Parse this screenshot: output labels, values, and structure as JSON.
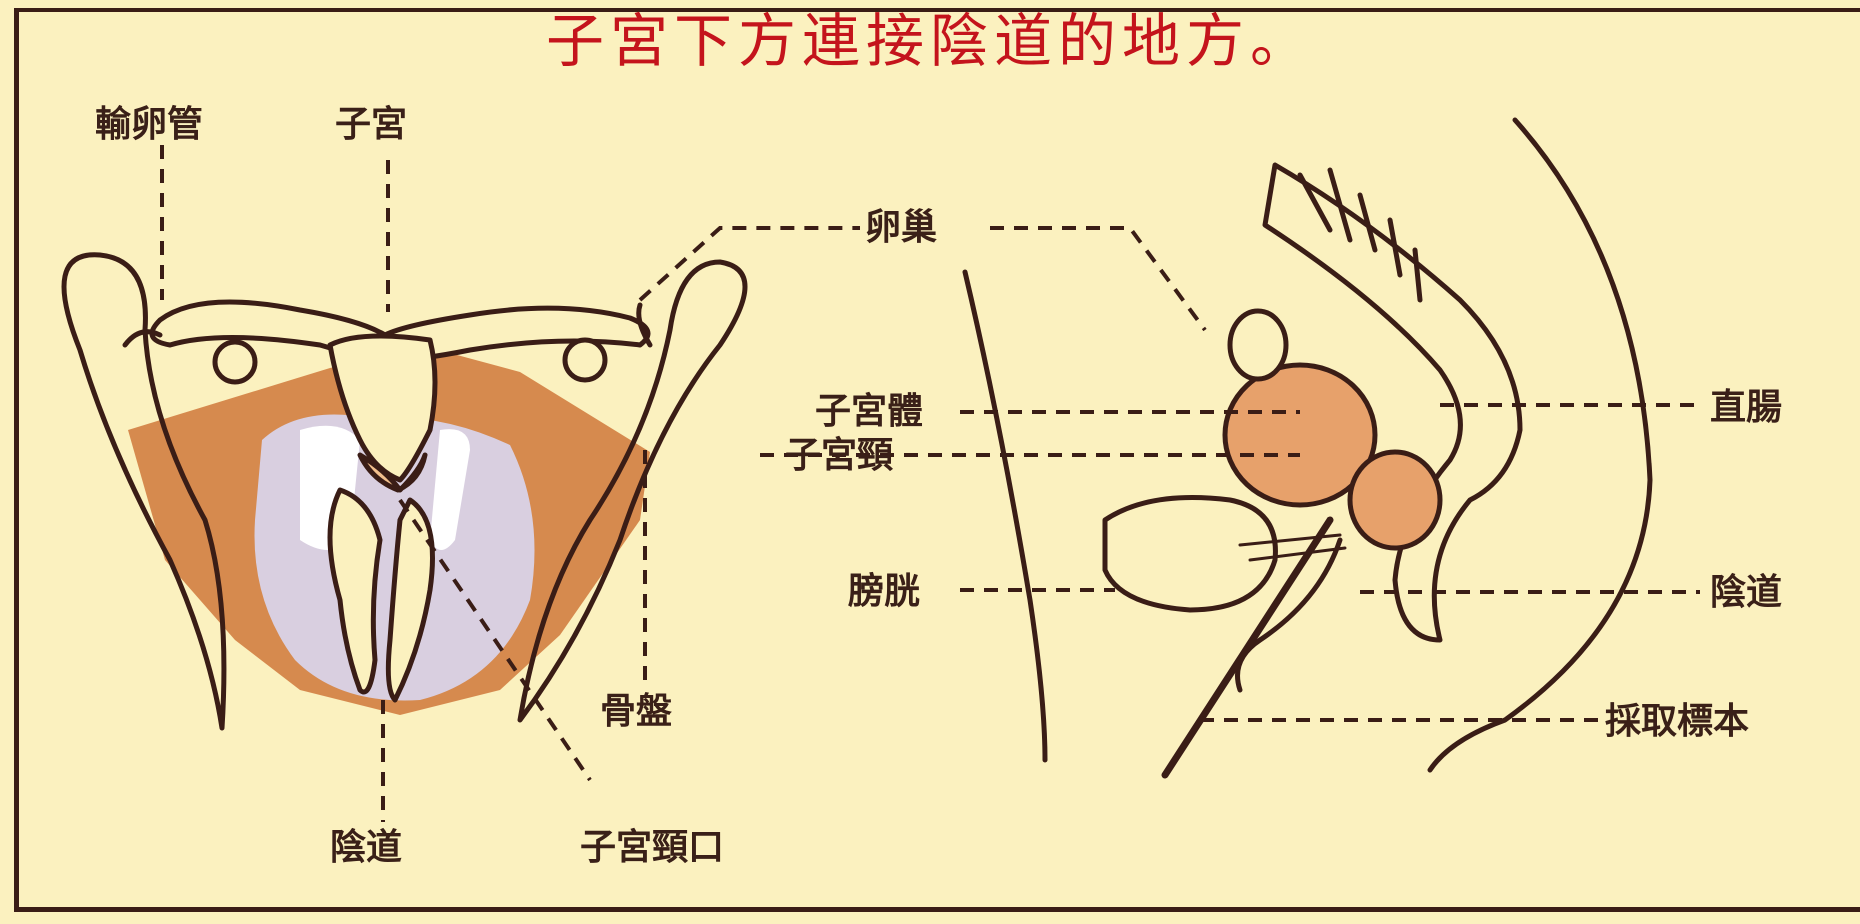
{
  "title": "子宮下方連接陰道的地方。",
  "labels": {
    "fallopian_tube": "輸卵管",
    "uterus": "子宮",
    "ovary": "卵巢",
    "uterine_body": "子宮體",
    "cervix": "子宮頸",
    "rectum": "直腸",
    "bladder": "膀胱",
    "vagina_right": "陰道",
    "pelvis": "骨盤",
    "sample_collection": "採取標本",
    "vagina_left": "陰道",
    "cervical_os": "子宮頸口"
  },
  "colors": {
    "background": "#fbf1bf",
    "title": "#c4141c",
    "tissue": "#d68a4e",
    "organ": "#e7a16b",
    "highlight": "#d9cfe0",
    "line": "#3a1d16"
  }
}
